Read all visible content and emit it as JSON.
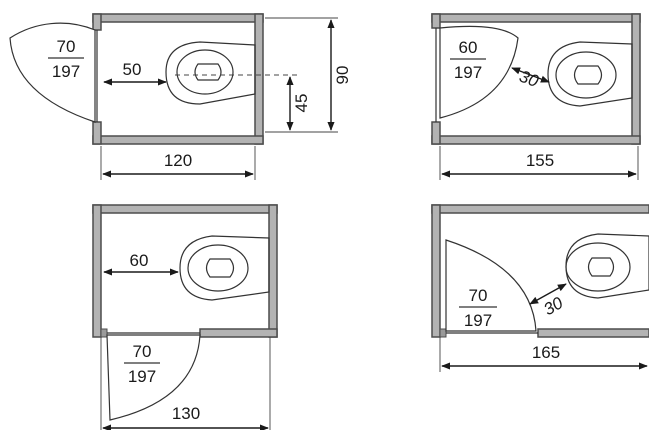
{
  "layouts": [
    {
      "id": "top-left",
      "door": {
        "width": "70",
        "height": "197"
      },
      "dims": {
        "clearance": "50",
        "width": "120",
        "depth": "90",
        "axis": "45"
      }
    },
    {
      "id": "top-right",
      "door": {
        "width": "60",
        "height": "197"
      },
      "dims": {
        "diagonal": "30",
        "width": "155"
      }
    },
    {
      "id": "bottom-left",
      "door": {
        "width": "70",
        "height": "197"
      },
      "dims": {
        "clearance": "60",
        "width": "130"
      }
    },
    {
      "id": "bottom-right",
      "door": {
        "width": "70",
        "height": "197"
      },
      "dims": {
        "diagonal": "30",
        "width": "165"
      }
    }
  ]
}
